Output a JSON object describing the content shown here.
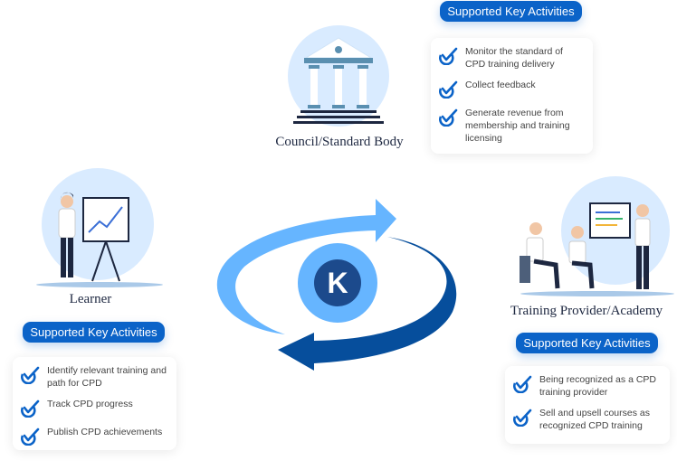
{
  "council": {
    "label": "Council/Standard Body",
    "badge": "Supported Key Activities",
    "activities": [
      "Monitor the standard of CPD training delivery",
      "Collect feedback",
      "Generate revenue from membership and training licensing"
    ]
  },
  "learner": {
    "label": "Learner",
    "badge": "Supported Key Activities",
    "activities": [
      "Identify relevant training and path for CPD",
      "Track CPD progress",
      "Publish CPD achievements"
    ]
  },
  "provider": {
    "label": "Training Provider/Academy",
    "badge": "Supported Key Activities",
    "activities": [
      "Being recognized as a CPD training provider",
      "Sell and upsell courses as recognized CPD training"
    ]
  },
  "center": {
    "logo_letter": "K"
  },
  "colors": {
    "accent": "#0b63c8",
    "light_blue": "#66b5ff",
    "dark_blue": "#064e9c",
    "circle_bg": "#d9ebff"
  }
}
